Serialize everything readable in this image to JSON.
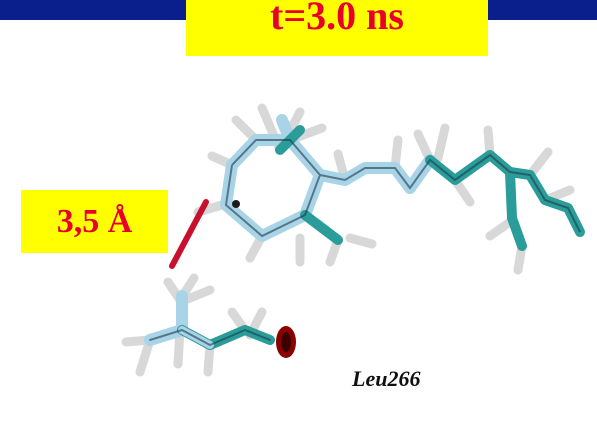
{
  "labels": {
    "time": "t=3.0 ns",
    "distance": "3,5 Å",
    "residue": "Leu266"
  },
  "colors": {
    "header_bar": "#0a1f8c",
    "label_background": "#ffff00",
    "label_text": "#e8002a",
    "distance_line": "#c8102e",
    "bond_light": "#a9d4e8",
    "bond_teal": "#2a9d9a",
    "hydrogen": "#d8d8d8",
    "oxygen": "#8b0000"
  }
}
